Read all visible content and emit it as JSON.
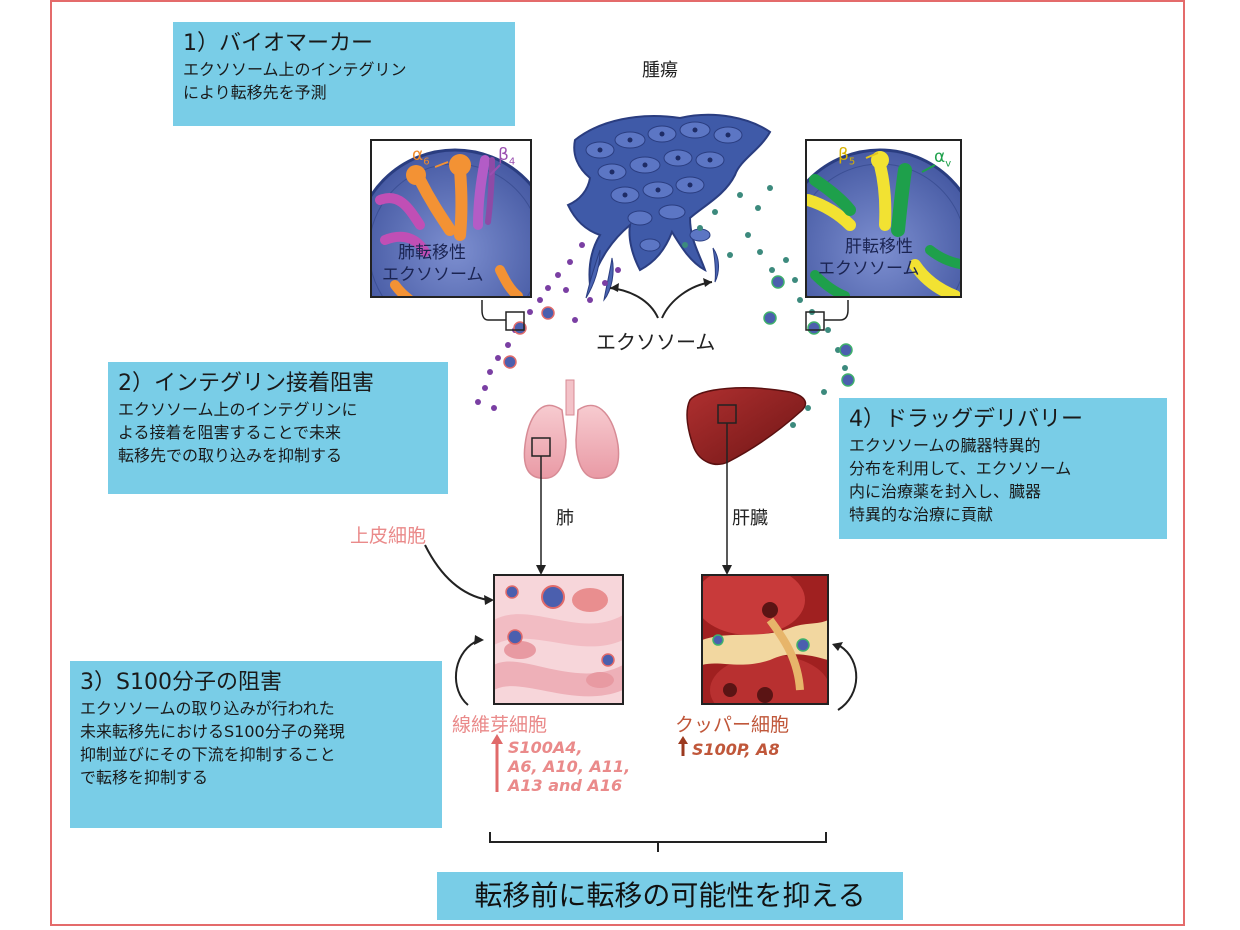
{
  "tumor_label": "腫瘍",
  "exosome_label": "エクソソーム",
  "lung_label": "肺",
  "liver_label": "肝臓",
  "epithelial_label": "上皮細胞",
  "fibroblast_label": "線維芽細胞",
  "fibroblast_markers": "S100A4,\nA6, A10, A11,\nA13 and A16",
  "kupffer_label": "クッパー細胞",
  "kupffer_markers": "S100P, A8",
  "lung_inset": {
    "line1": "肺転移性",
    "line2": "エクソソーム",
    "alpha": "α",
    "alpha_sub": "6",
    "beta": "β",
    "beta_sub": "4"
  },
  "liver_inset": {
    "line1": "肝転移性",
    "line2": "エクソソーム",
    "alpha": "α",
    "alpha_sub": "v",
    "beta": "β",
    "beta_sub": "5"
  },
  "box1": {
    "title": "1）バイオマーカー",
    "text": "エクソソーム上のインテグリン\nにより転移先を予測"
  },
  "box2": {
    "title": "2）インテグリン接着阻害",
    "text": "エクソソーム上のインテグリンに\nよる接着を阻害することで未来\n転移先での取り込みを抑制する"
  },
  "box3": {
    "title": "3）S100分子の阻害",
    "text": "エクソソームの取り込みが行われた\n未来転移先におけるS100分子の発現\n抑制並びにその下流を抑制すること\nで転移を抑制する"
  },
  "box4": {
    "title": "4）ドラッグデリバリー",
    "text": "エクソソームの臓器特異的\n分布を利用して、エクソソーム\n内に治療薬を封入し、臓器\n特異的な治療に貢献"
  },
  "conclusion": "転移前に転移の可能性を抑える",
  "colors": {
    "box": "#79cde7",
    "frame": "#e46b6b",
    "tumor": "#3f5aa8",
    "lung": "#f2b6bd",
    "liver": "#8a1e1e",
    "pink_text": "#ea8a8a",
    "rust_text": "#c0573a"
  }
}
